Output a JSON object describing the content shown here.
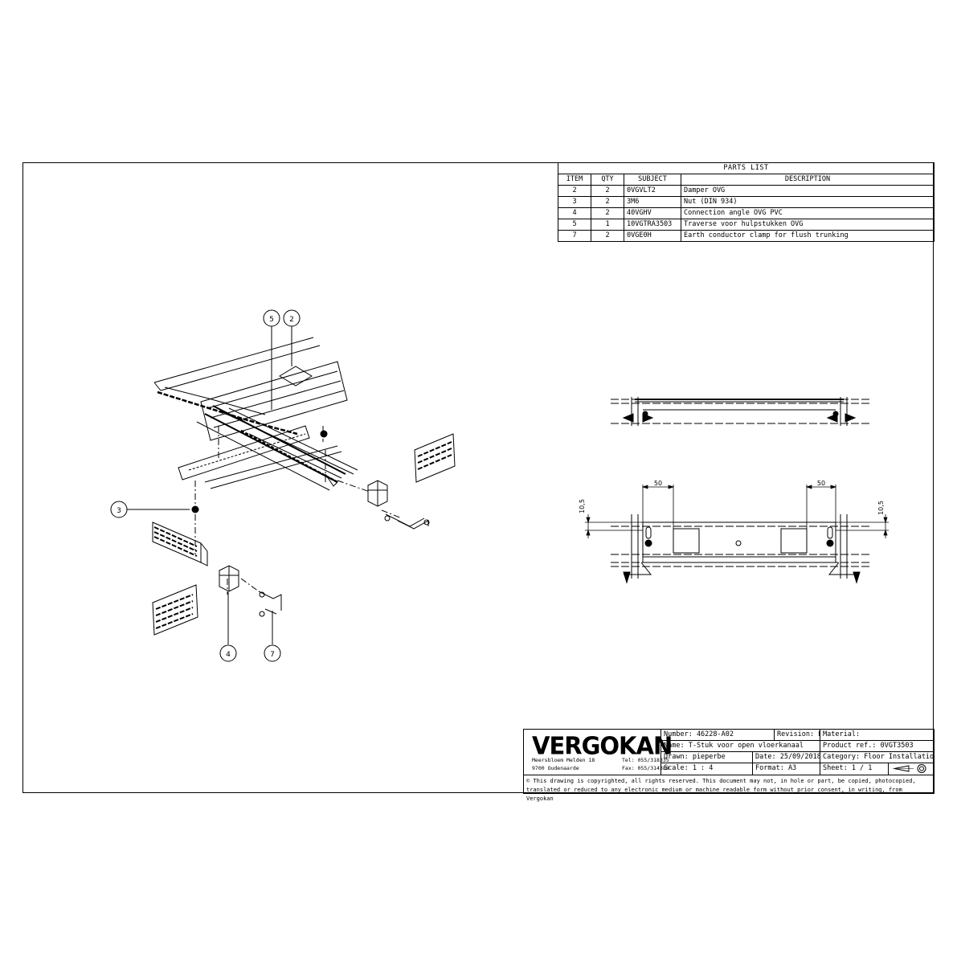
{
  "parts_list": {
    "title": "PARTS LIST",
    "headers": [
      "ITEM",
      "QTY",
      "SUBJECT",
      "DESCRIPTION"
    ],
    "rows": [
      {
        "item": "2",
        "qty": "2",
        "subject": "0VGVLT2",
        "description": "Damper OVG"
      },
      {
        "item": "3",
        "qty": "2",
        "subject": "3M6",
        "description": "Nut (DIN 934)"
      },
      {
        "item": "4",
        "qty": "2",
        "subject": "40VGHV",
        "description": "Connection angle OVG PVC"
      },
      {
        "item": "5",
        "qty": "1",
        "subject": "10VGTRA3503",
        "description": "Traverse voor hulpstukken OVG"
      },
      {
        "item": "7",
        "qty": "2",
        "subject": "0VGE0H",
        "description": "Earth conductor clamp for flush trunking"
      }
    ]
  },
  "balloons": [
    "5",
    "2",
    "3",
    "4",
    "7"
  ],
  "dimensions": {
    "a": "50",
    "b": "50",
    "c": "10,5",
    "d": "10,5"
  },
  "title_block": {
    "logo": "VERGOKAN",
    "address_line1": "Meersbloem Melden 18",
    "address_line2": "9700 Oudenaarde",
    "tel": "Tel: 055/318335",
    "fax": "Fax: 055/314388",
    "number": "Number: 46228-A02",
    "revision": "Revision: E",
    "material": "Material:",
    "name": "Name: T-Stuk voor open vloerkanaal",
    "product_ref": "Product ref.: 0VGT3503",
    "drawn": "Drawn: pieperbe",
    "date": "Date: 25/09/2018",
    "category": "Category: Floor Installations",
    "scale": "Scale: 1 : 4",
    "format": "Format: A3",
    "sheet": "Sheet: 1 / 1",
    "copyright": "© This drawing is copyrighted, all rights reserved. This document may not, in hole or part, be copied, photocopied, translated or reduced to any electronic medium or machine readable form without prior consent, in writing, from Vergokan"
  }
}
